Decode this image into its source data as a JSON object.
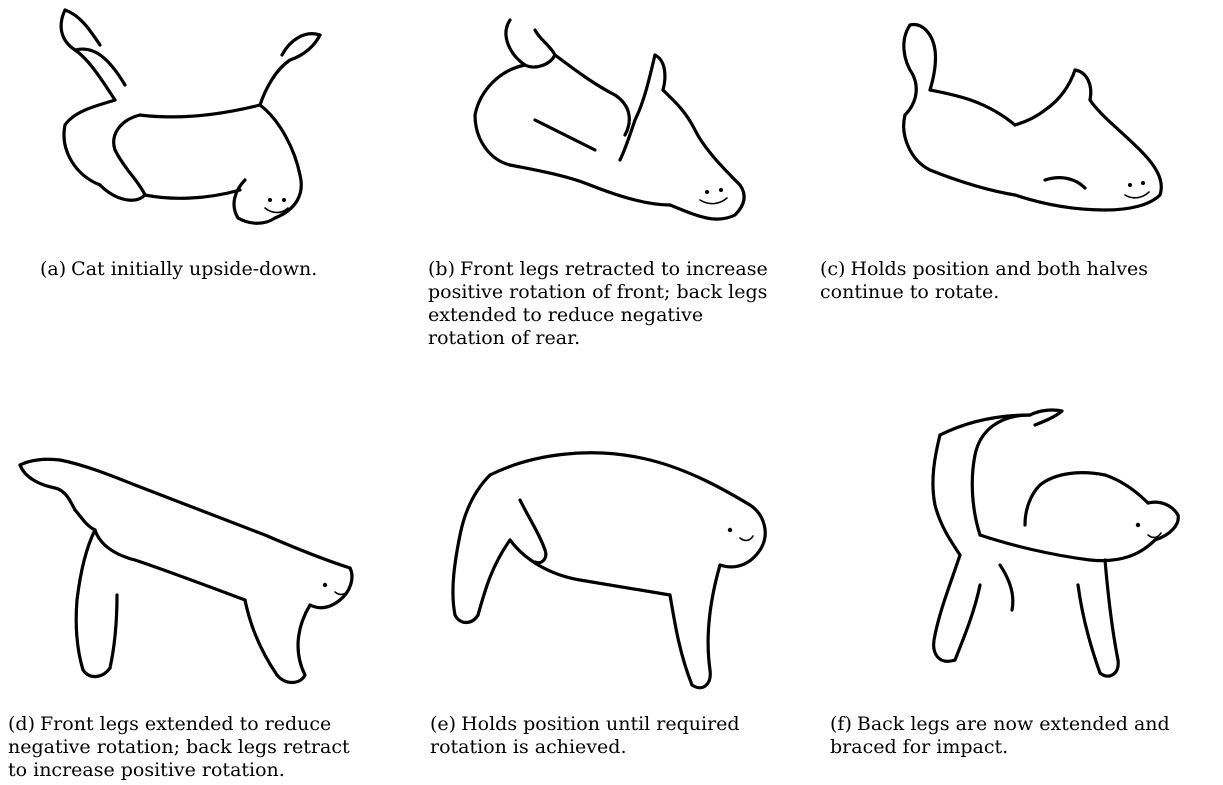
{
  "figure": {
    "panels": [
      {
        "label": "(a)",
        "caption": "Cat initially upside-down.",
        "icon": "cat-upside-down-icon"
      },
      {
        "label": "(b)",
        "caption": "Front legs retracted to increase positive rotation of front; back legs extended to reduce negative rotation of rear.",
        "icon": "cat-front-legs-retracted-icon"
      },
      {
        "label": "(c)",
        "caption": "Holds position and both halves continue to rotate.",
        "icon": "cat-holding-position-icon"
      },
      {
        "label": "(d)",
        "caption": "Front legs extended to reduce negative rotation; back legs retract to increase positive rotation.",
        "icon": "cat-front-legs-extended-icon"
      },
      {
        "label": "(e)",
        "caption": "Holds position until required rotation is achieved.",
        "icon": "cat-rotation-achieved-icon"
      },
      {
        "label": "(f)",
        "caption": "Back legs are now extended and braced for impact.",
        "icon": "cat-braced-for-impact-icon"
      }
    ]
  }
}
